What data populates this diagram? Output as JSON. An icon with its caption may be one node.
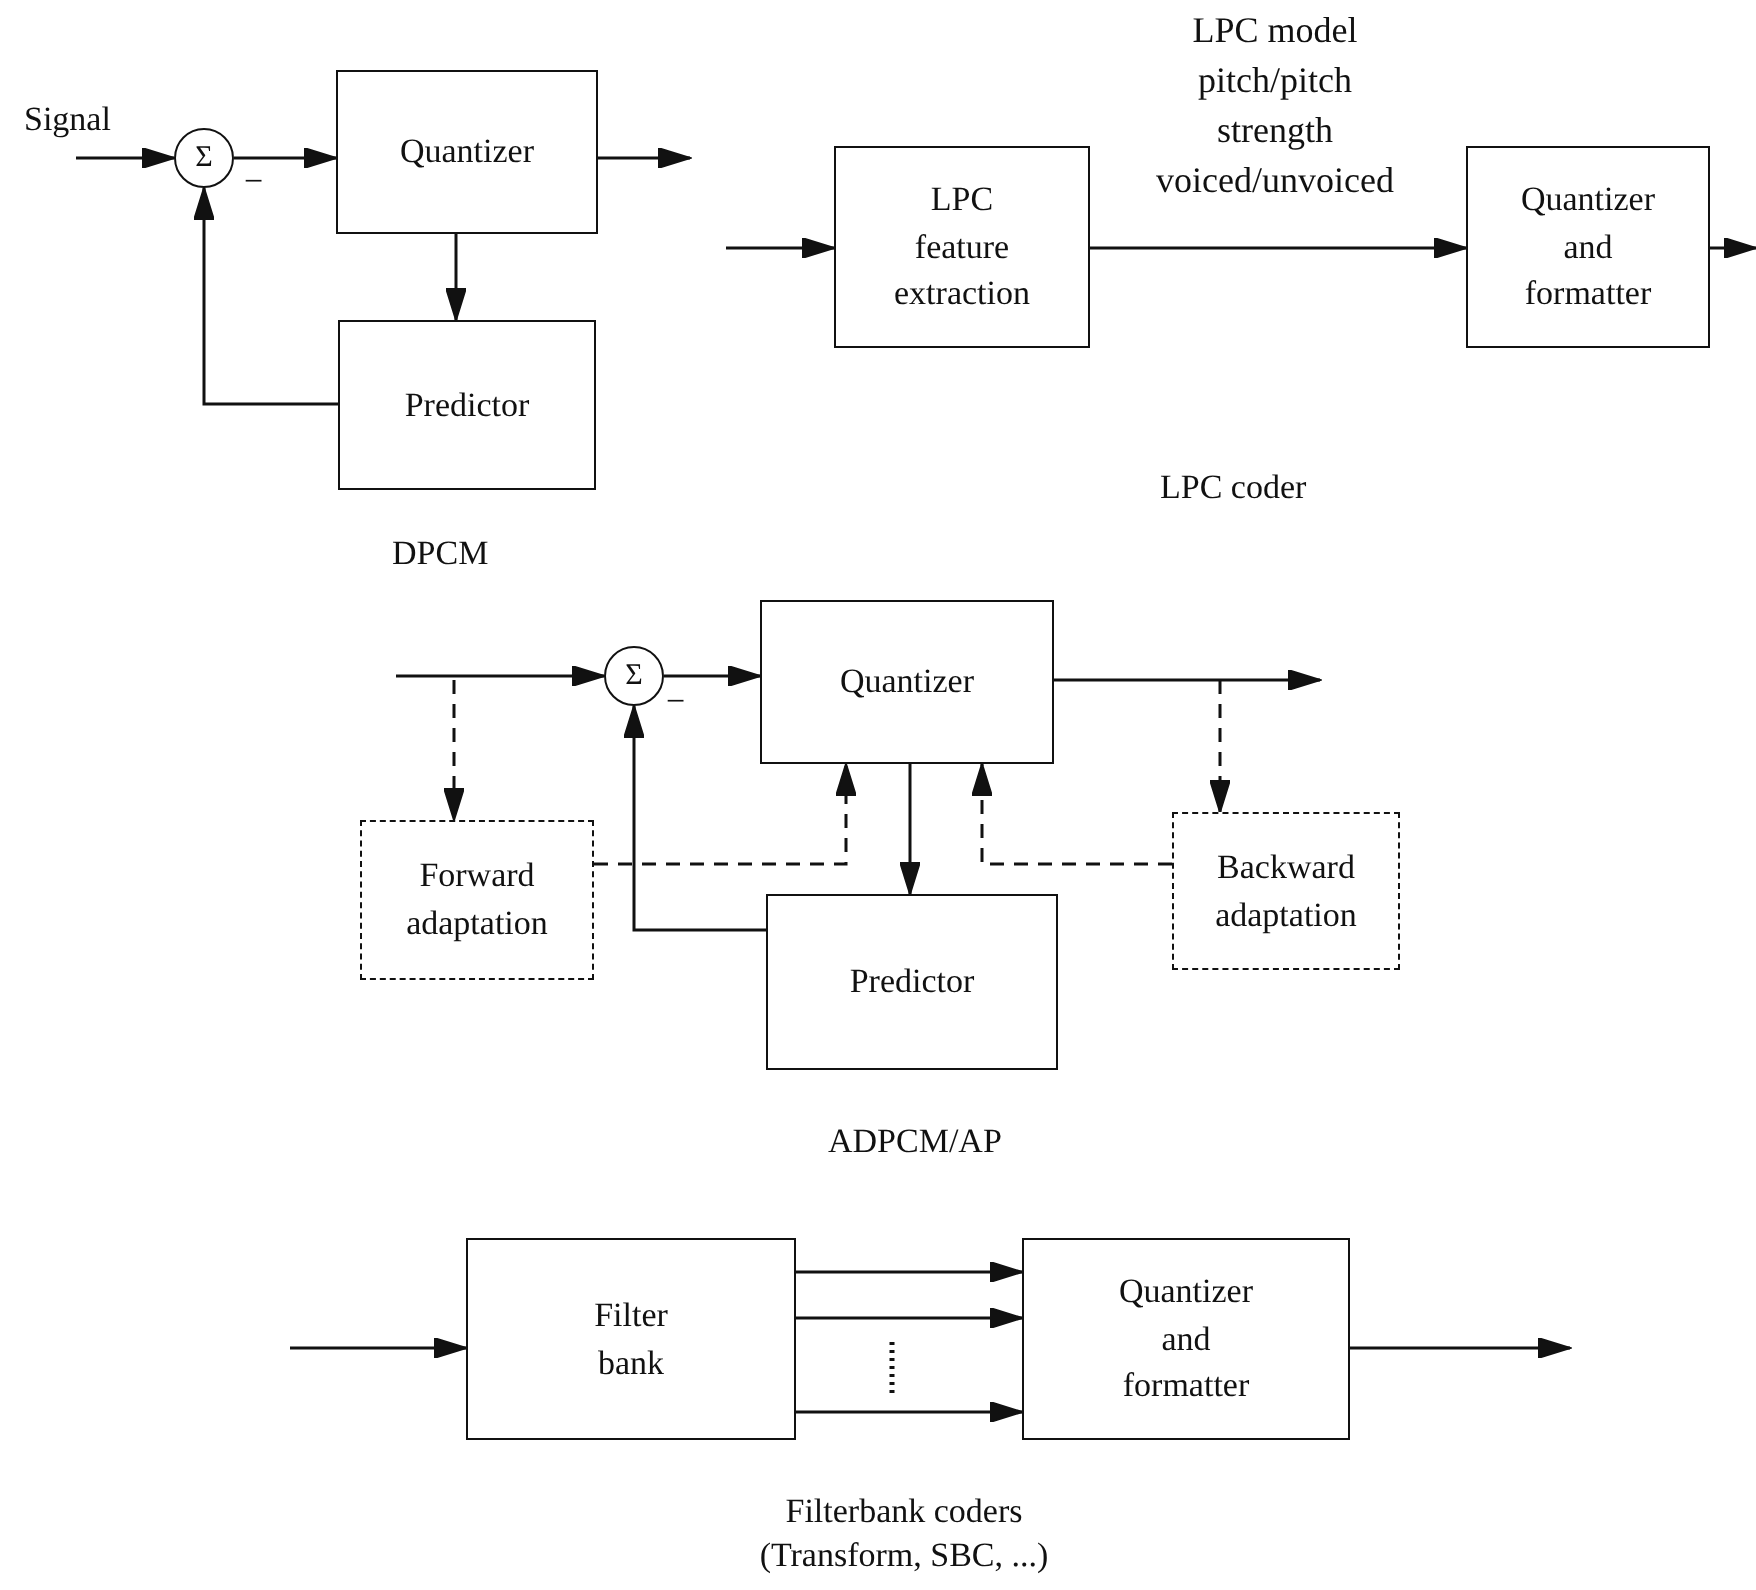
{
  "diagram": {
    "nodes": [
      {
        "text": [
          "Σ"
        ],
        "beside": [
          "−"
        ]
      },
      {
        "text": [
          "Quantizer"
        ]
      },
      {
        "text": [
          "Predictor"
        ]
      },
      {
        "text": [
          "LPC feature extraction"
        ]
      },
      {
        "text": [
          "Quantizer and formatter"
        ]
      },
      {
        "text": [
          "Σ"
        ],
        "beside": [
          "−"
        ]
      },
      {
        "text": [
          "Quantizer"
        ]
      },
      {
        "text": [
          "Predictor"
        ]
      },
      {
        "text": [
          "Forward adaptation"
        ]
      },
      {
        "text": [
          "Backward adaptation"
        ]
      },
      {
        "text": [
          "Filter bank"
        ]
      },
      {
        "text": [
          "Quantizer and formatter"
        ]
      }
    ],
    "edges": [
      {
        "from": null,
        "to": 0,
        "arrow": "to"
      },
      {
        "from": 0,
        "to": 1,
        "arrow": "to"
      },
      {
        "from": 1,
        "to": null,
        "arrow": "to"
      },
      {
        "from": 1,
        "to": 2,
        "arrow": "to"
      },
      {
        "from": 2,
        "to": 0,
        "arrow": "to"
      },
      {
        "from": null,
        "to": 3,
        "arrow": "to"
      },
      {
        "from": 3,
        "to": 4,
        "arrow": "to",
        "label": "LPC model pitch/pitch strength voiced/unvoiced"
      },
      {
        "from": 4,
        "to": null,
        "arrow": "to"
      },
      {
        "from": null,
        "to": 5,
        "arrow": "to"
      },
      {
        "from": 5,
        "to": 6,
        "arrow": "to"
      },
      {
        "from": 6,
        "to": null,
        "arrow": "to"
      },
      {
        "from": null,
        "to": 8,
        "arrow": "to",
        "style": "dashed"
      },
      {
        "from": null,
        "to": 9,
        "arrow": "to",
        "style": "dashed"
      },
      {
        "from": 8,
        "to": 6,
        "arrow": "to",
        "style": "dashed"
      },
      {
        "from": 9,
        "to": 6,
        "arrow": "to",
        "style": "dashed"
      },
      {
        "from": 6,
        "to": 7,
        "arrow": "to"
      },
      {
        "from": 7,
        "to": 5,
        "arrow": "to"
      },
      {
        "from": null,
        "to": 10,
        "arrow": "to"
      },
      {
        "from": 10,
        "to": 11,
        "arrow": "to"
      },
      {
        "from": 10,
        "to": 11,
        "arrow": "to"
      },
      {
        "from": 10,
        "to": 11,
        "arrow": "to"
      },
      {
        "from": 11,
        "to": null,
        "arrow": "to"
      }
    ],
    "labels": [
      "Signal",
      "DPCM",
      "LPC coder",
      "ADPCM/AP",
      "Filterbank coders (Transform, SBC, ...)"
    ]
  }
}
